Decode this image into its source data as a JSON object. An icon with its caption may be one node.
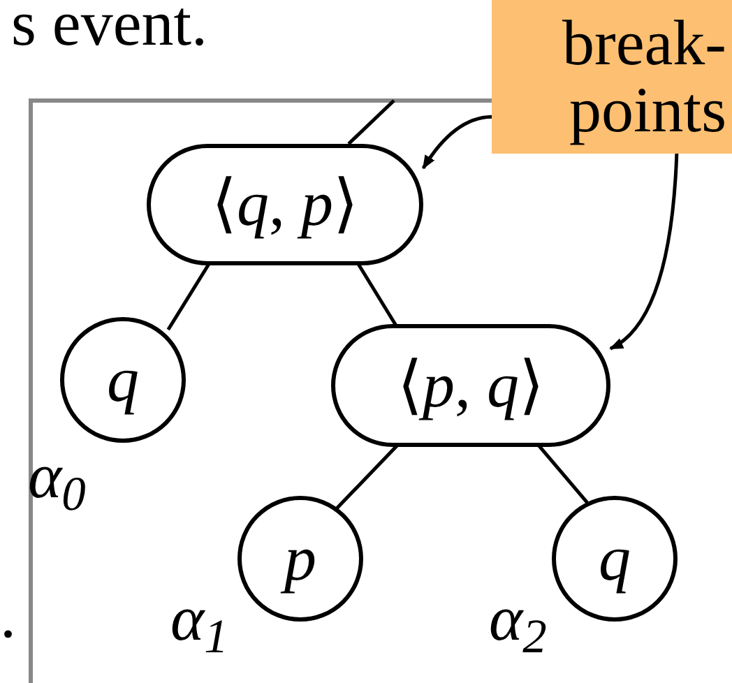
{
  "diagram": {
    "nodes": [
      {
        "text": [
          "⟨*q*, *p*⟩"
        ]
      },
      {
        "text": [
          "q"
        ],
        "beside": [
          "α$_{0}$"
        ]
      },
      {
        "text": [
          "⟨*p*, *q*⟩"
        ]
      },
      {
        "text": [
          "p"
        ],
        "beside": [
          "α$_{1}$"
        ]
      },
      {
        "text": [
          "q"
        ],
        "beside": [
          "α$_{2}$"
        ]
      },
      {
        "text": [
          "break- points"
        ]
      }
    ],
    "edges": [
      {
        "from": 0,
        "to": 1,
        "arrow": "none"
      },
      {
        "from": 0,
        "to": 2,
        "arrow": "none"
      },
      {
        "from": 2,
        "to": 3,
        "arrow": "none"
      },
      {
        "from": 2,
        "to": 4,
        "arrow": "none"
      },
      {
        "from": null,
        "to": 0,
        "arrow": "none"
      },
      {
        "from": 5,
        "to": 0,
        "arrow": "to"
      },
      {
        "from": 5,
        "to": 2,
        "arrow": "to"
      }
    ],
    "labels": [
      "s event.",
      "."
    ]
  }
}
